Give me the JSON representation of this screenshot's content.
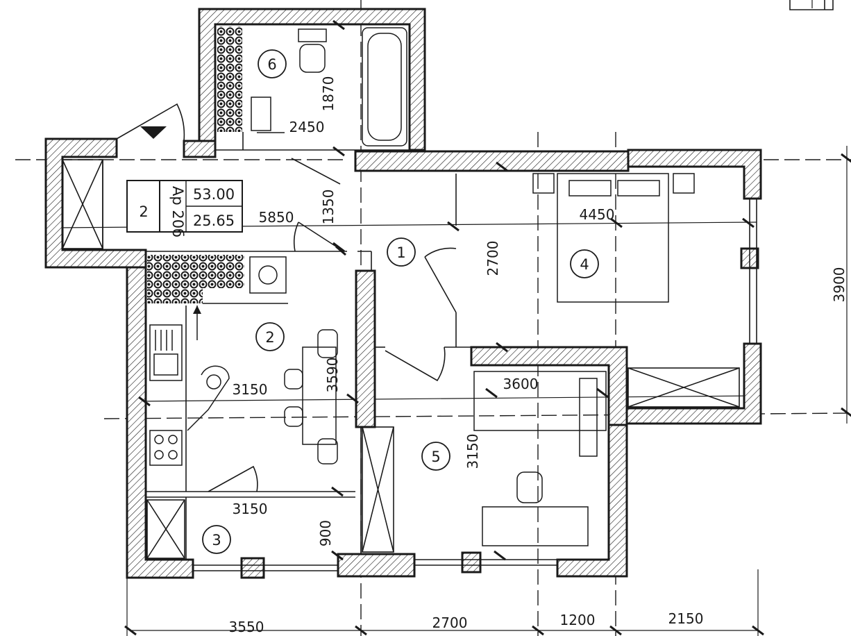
{
  "apartment": {
    "number": "2",
    "code": "Ар 20б",
    "area_total": "53.00",
    "area_living": "25.65"
  },
  "rooms": [
    {
      "id": "1"
    },
    {
      "id": "2"
    },
    {
      "id": "3"
    },
    {
      "id": "4"
    },
    {
      "id": "5"
    },
    {
      "id": "6"
    }
  ],
  "dimensions": {
    "bath_height": "1870",
    "bath_width": "2450",
    "hall_depth": "1350",
    "hall_length": "5850",
    "bedroom_height": "2700",
    "bedroom_width": "4450",
    "overall_height": "3900",
    "kitchen_height": "3590",
    "kitchen_width": "3150",
    "study_width": "3600",
    "study_height": "3150",
    "balcony_width": "3150",
    "balcony_depth": "900",
    "bottom_1": "3550",
    "bottom_2": "2700",
    "bottom_3": "1200",
    "bottom_4": "2150"
  }
}
